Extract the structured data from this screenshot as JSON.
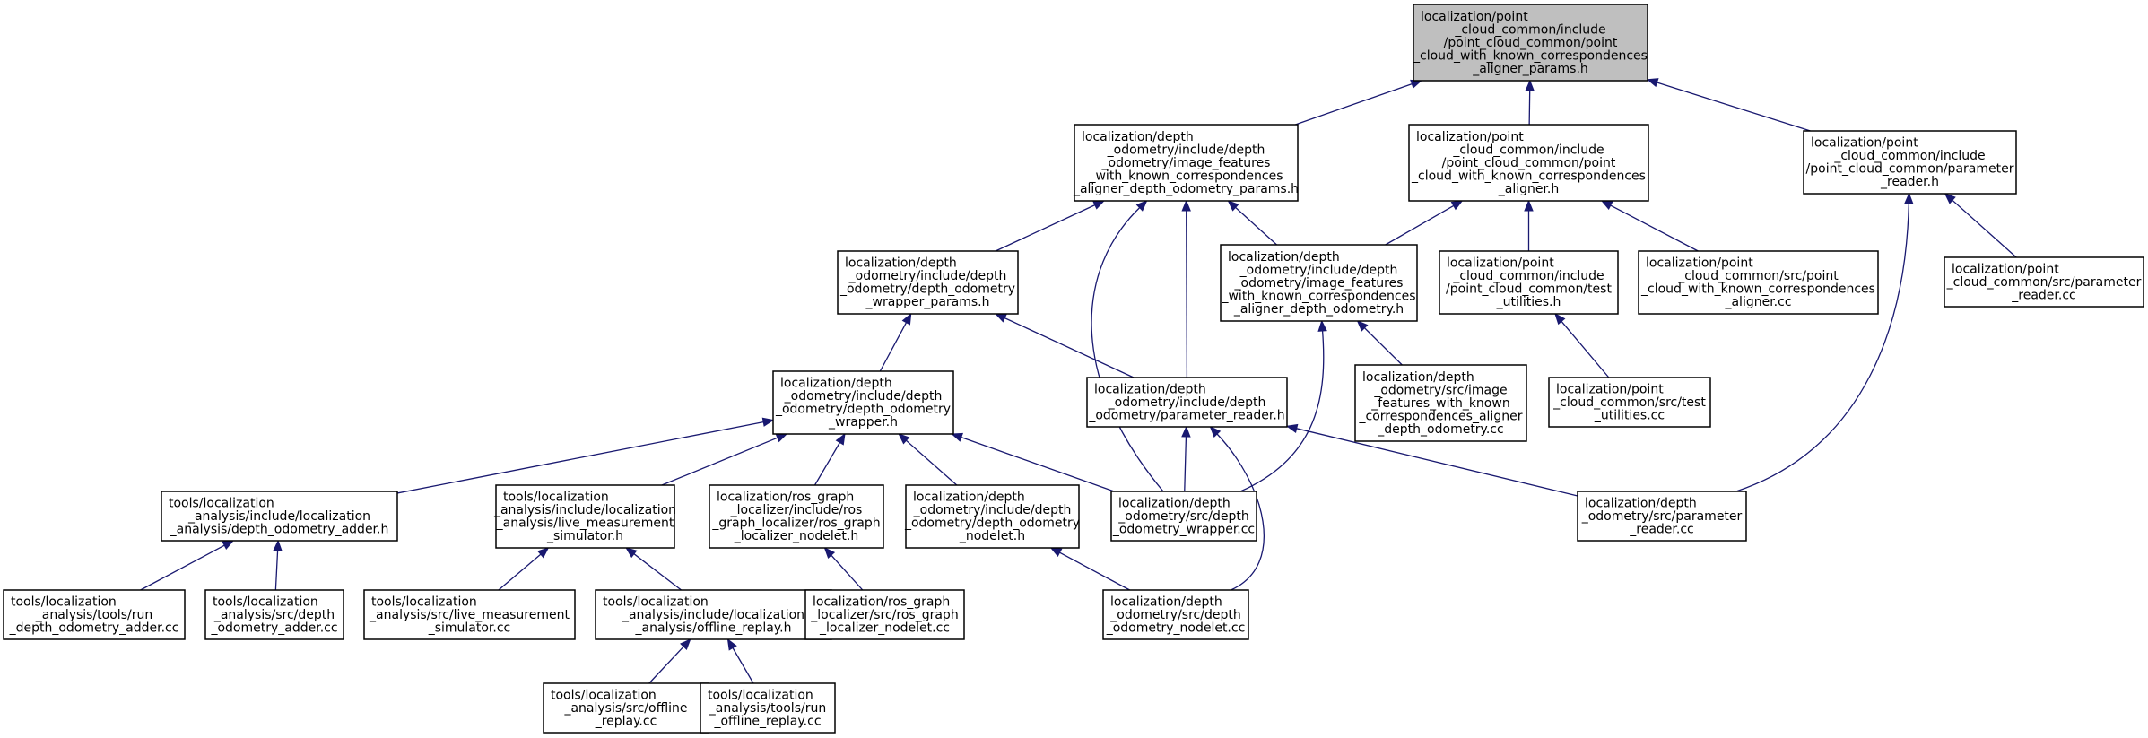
{
  "colors": {
    "edge": "#191970",
    "root_fill": "#bfbfbf",
    "node_fill": "#ffffff",
    "border": "#000000"
  },
  "nodes": [
    {
      "id": "n0",
      "root": true,
      "lines": [
        "localization/point",
        "_cloud_common/include",
        "/point_cloud_common/point",
        "_cloud_with_known_correspondences",
        "_aligner_params.h"
      ]
    },
    {
      "id": "n1",
      "lines": [
        "localization/depth",
        "_odometry/include/depth",
        "_odometry/image_features",
        "_with_known_correspondences",
        "_aligner_depth_odometry_params.h"
      ]
    },
    {
      "id": "n2",
      "lines": [
        "localization/point",
        "_cloud_common/include",
        "/point_cloud_common/point",
        "_cloud_with_known_correspondences",
        "_aligner.h"
      ]
    },
    {
      "id": "n3",
      "lines": [
        "localization/point",
        "_cloud_common/include",
        "/point_cloud_common/parameter",
        "_reader.h"
      ]
    },
    {
      "id": "n4",
      "lines": [
        "localization/depth",
        "_odometry/include/depth",
        "_odometry/depth_odometry",
        "_wrapper_params.h"
      ]
    },
    {
      "id": "n5",
      "lines": [
        "localization/depth",
        "_odometry/include/depth",
        "_odometry/image_features",
        "_with_known_correspondences",
        "_aligner_depth_odometry.h"
      ]
    },
    {
      "id": "n6",
      "lines": [
        "localization/point",
        "_cloud_common/include",
        "/point_cloud_common/test",
        "_utilities.h"
      ]
    },
    {
      "id": "n7",
      "lines": [
        "localization/point",
        "_cloud_common/src/point",
        "_cloud_with_known_correspondences",
        "_aligner.cc"
      ]
    },
    {
      "id": "n8",
      "lines": [
        "localization/point",
        "_cloud_common/src/parameter",
        "_reader.cc"
      ]
    },
    {
      "id": "n9",
      "lines": [
        "localization/depth",
        "_odometry/include/depth",
        "_odometry/depth_odometry",
        "_wrapper.h"
      ]
    },
    {
      "id": "n10",
      "lines": [
        "localization/depth",
        "_odometry/include/depth",
        "_odometry/parameter_reader.h"
      ]
    },
    {
      "id": "n11",
      "lines": [
        "localization/depth",
        "_odometry/src/image",
        "_features_with_known",
        "_correspondences_aligner",
        "_depth_odometry.cc"
      ]
    },
    {
      "id": "n12",
      "lines": [
        "localization/point",
        "_cloud_common/src/test",
        "_utilities.cc"
      ]
    },
    {
      "id": "n13",
      "lines": [
        "tools/localization",
        "_analysis/include/localization",
        "_analysis/depth_odometry_adder.h"
      ]
    },
    {
      "id": "n14",
      "lines": [
        "tools/localization",
        "_analysis/include/localization",
        "_analysis/live_measurement",
        "_simulator.h"
      ]
    },
    {
      "id": "n15",
      "lines": [
        "localization/ros_graph",
        "_localizer/include/ros",
        "_graph_localizer/ros_graph",
        "_localizer_nodelet.h"
      ]
    },
    {
      "id": "n16",
      "lines": [
        "localization/depth",
        "_odometry/include/depth",
        "_odometry/depth_odometry",
        "_nodelet.h"
      ]
    },
    {
      "id": "n17",
      "lines": [
        "localization/depth",
        "_odometry/src/depth",
        "_odometry_wrapper.cc"
      ]
    },
    {
      "id": "n18",
      "lines": [
        "localization/depth",
        "_odometry/src/parameter",
        "_reader.cc"
      ]
    },
    {
      "id": "n19",
      "lines": [
        "tools/localization",
        "_analysis/tools/run",
        "_depth_odometry_adder.cc"
      ]
    },
    {
      "id": "n20",
      "lines": [
        "tools/localization",
        "_analysis/src/depth",
        "_odometry_adder.cc"
      ]
    },
    {
      "id": "n21",
      "lines": [
        "tools/localization",
        "_analysis/src/live_measurement",
        "_simulator.cc"
      ]
    },
    {
      "id": "n22",
      "lines": [
        "tools/localization",
        "_analysis/include/localization",
        "_analysis/offline_replay.h"
      ]
    },
    {
      "id": "n23",
      "lines": [
        "localization/ros_graph",
        "_localizer/src/ros_graph",
        "_localizer_nodelet.cc"
      ]
    },
    {
      "id": "n24",
      "lines": [
        "localization/depth",
        "_odometry/src/depth",
        "_odometry_nodelet.cc"
      ]
    },
    {
      "id": "n25",
      "lines": [
        "tools/localization",
        "_analysis/src/offline",
        "_replay.cc"
      ]
    },
    {
      "id": "n26",
      "lines": [
        "tools/localization",
        "_analysis/tools/run",
        "_offline_replay.cc"
      ]
    }
  ],
  "edges": [
    {
      "from": "n1",
      "to": "n0"
    },
    {
      "from": "n2",
      "to": "n0"
    },
    {
      "from": "n3",
      "to": "n0"
    },
    {
      "from": "n4",
      "to": "n1"
    },
    {
      "from": "n5",
      "to": "n1"
    },
    {
      "from": "n10",
      "to": "n1"
    },
    {
      "from": "n17",
      "to": "n1"
    },
    {
      "from": "n5",
      "to": "n2"
    },
    {
      "from": "n6",
      "to": "n2"
    },
    {
      "from": "n7",
      "to": "n2"
    },
    {
      "from": "n8",
      "to": "n3"
    },
    {
      "from": "n18",
      "to": "n3"
    },
    {
      "from": "n9",
      "to": "n4"
    },
    {
      "from": "n10",
      "to": "n4"
    },
    {
      "from": "n11",
      "to": "n5"
    },
    {
      "from": "n17",
      "to": "n5"
    },
    {
      "from": "n12",
      "to": "n6"
    },
    {
      "from": "n13",
      "to": "n9"
    },
    {
      "from": "n14",
      "to": "n9"
    },
    {
      "from": "n15",
      "to": "n9"
    },
    {
      "from": "n16",
      "to": "n9"
    },
    {
      "from": "n17",
      "to": "n9"
    },
    {
      "from": "n17",
      "to": "n10"
    },
    {
      "from": "n18",
      "to": "n10"
    },
    {
      "from": "n24",
      "to": "n10"
    },
    {
      "from": "n19",
      "to": "n13"
    },
    {
      "from": "n20",
      "to": "n13"
    },
    {
      "from": "n21",
      "to": "n14"
    },
    {
      "from": "n22",
      "to": "n14"
    },
    {
      "from": "n23",
      "to": "n15"
    },
    {
      "from": "n24",
      "to": "n16"
    },
    {
      "from": "n25",
      "to": "n22"
    },
    {
      "from": "n26",
      "to": "n22"
    }
  ]
}
